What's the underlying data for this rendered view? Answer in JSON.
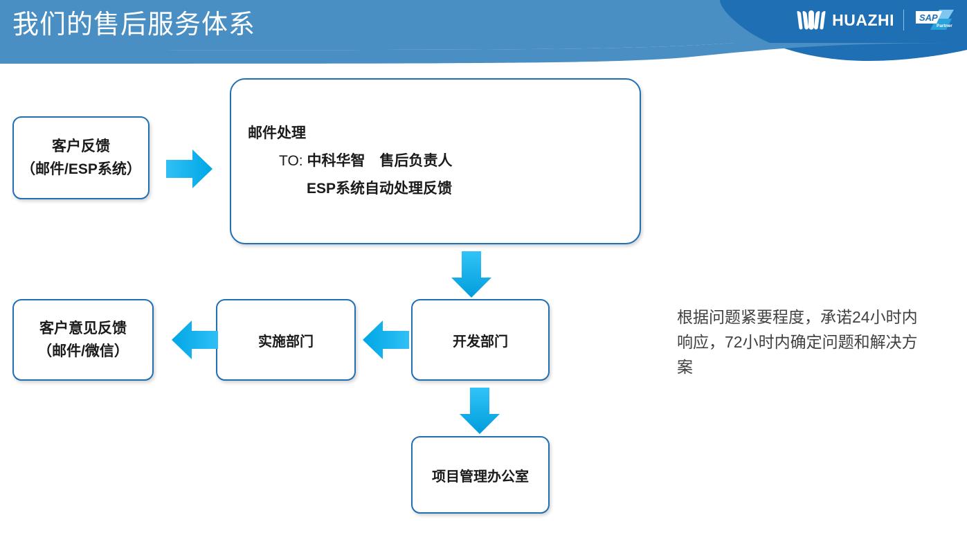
{
  "header": {
    "title": "我们的售后服务体系",
    "brand_name": "HUAZHI",
    "brand_mark_icon": "huazhi-crown-icon",
    "partner_badge": {
      "primary": "SAP",
      "secondary": "Partner"
    },
    "colors": {
      "band_light": "#4a8fc4",
      "band_dark": "#1F6FB5",
      "title_text": "#ffffff"
    }
  },
  "diagram": {
    "colors": {
      "node_border": "#1F6FB5",
      "node_fill": "#ffffff",
      "arrow": "#00AEEF",
      "text": "#1a1a1a",
      "note_text": "#404040"
    },
    "nodes": {
      "customer_feedback": {
        "line1": "客户反馈",
        "line2": "（邮件/ESP系统）"
      },
      "mail_processing": {
        "line1": "邮件处理",
        "line2_label": "TO: ",
        "line2_value": "中科华智　售后负责人",
        "line3": "ESP系统自动处理反馈"
      },
      "dev_dept": {
        "label": "开发部门"
      },
      "implementation_dept": {
        "label": "实施部门"
      },
      "customer_opinion": {
        "line1": "客户意见反馈",
        "line2": "（邮件/微信）"
      },
      "pmo": {
        "label": "项目管理办公室"
      }
    },
    "arrows": [
      {
        "name": "arrow-feedback-to-mail",
        "direction": "right"
      },
      {
        "name": "arrow-mail-to-dev",
        "direction": "down"
      },
      {
        "name": "arrow-dev-to-impl",
        "direction": "left"
      },
      {
        "name": "arrow-impl-to-opinion",
        "direction": "left"
      },
      {
        "name": "arrow-dev-to-pmo",
        "direction": "down"
      }
    ]
  },
  "side_note": {
    "text": "根据问题紧要程度，承诺24小时内响应，72小时内确定问题和解决方案"
  }
}
